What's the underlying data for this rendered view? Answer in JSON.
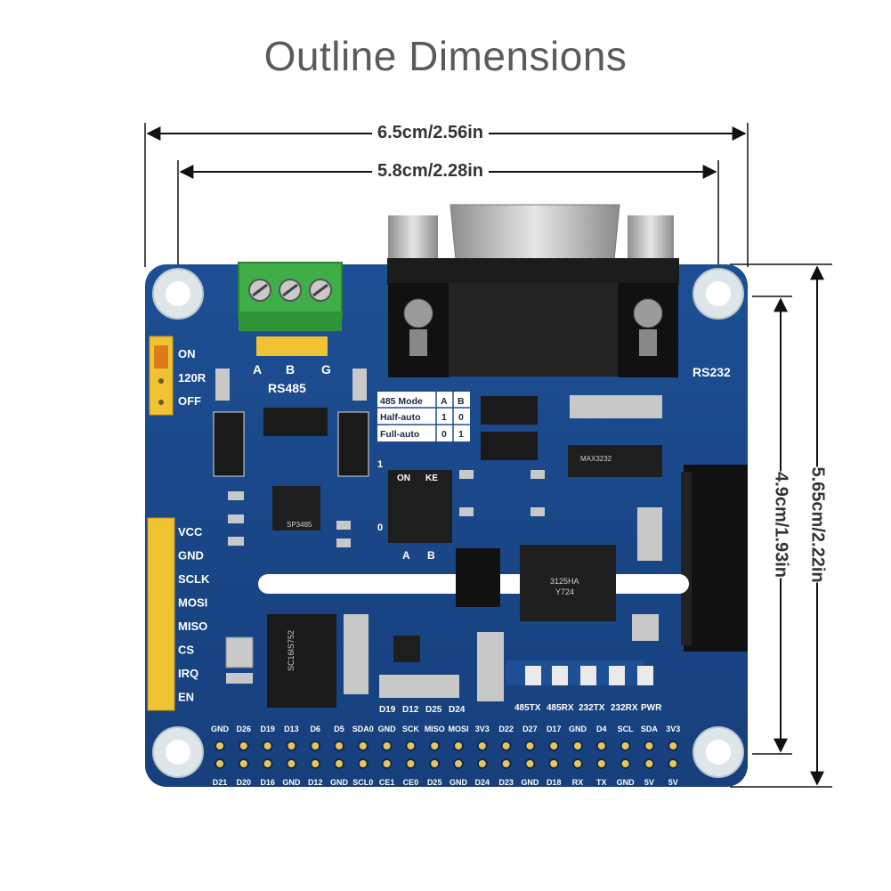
{
  "title": "Outline Dimensions",
  "dimensions": {
    "outer_width": "6.5cm/2.56in",
    "hole_width": "5.8cm/2.28in",
    "outer_height": "5.65cm/2.22in",
    "hole_height": "4.9cm/1.93in"
  },
  "board": {
    "rs485_label": "RS485",
    "rs485_terminals": [
      "A",
      "B",
      "G"
    ],
    "rs232_label": "RS232",
    "jumper_labels": [
      "ON",
      "120R",
      "OFF"
    ],
    "left_header_pins": [
      "VCC",
      "GND",
      "SCLK",
      "MOSI",
      "MISO",
      "CS",
      "IRQ",
      "EN"
    ],
    "mode_table": {
      "header": [
        "485 Mode",
        "A",
        "B"
      ],
      "rows": [
        [
          "Half-auto",
          "1",
          "0"
        ],
        [
          "Full-auto",
          "0",
          "1"
        ]
      ]
    },
    "dip_switch": {
      "label_on": "ON",
      "label_ke": "KE",
      "one": "1",
      "zero": "0",
      "cols": [
        "A",
        "B"
      ]
    },
    "chip_marks": {
      "mcu": "SC16IS752",
      "transceiver": "SP3485",
      "rs232_chip": "MAX3232",
      "chip_lines": [
        "3125HA",
        "Y724"
      ]
    },
    "gpio_labels": [
      "D19",
      "D12",
      "D25",
      "D24"
    ],
    "led_labels": [
      "485TX",
      "485RX",
      "232TX",
      "232RX",
      "PWR"
    ],
    "top_row_pins": [
      "GND",
      "D26",
      "D19",
      "D13",
      "D6",
      "D5",
      "SDA0",
      "GND",
      "SCK",
      "MISO",
      "MOSI",
      "3V3",
      "D22",
      "D27",
      "D17",
      "GND",
      "D4",
      "SCL",
      "SDA",
      "3V3"
    ],
    "bottom_row_pins": [
      "D21",
      "D20",
      "D16",
      "GND",
      "D12",
      "GND",
      "SCL0",
      "CE1",
      "CE0",
      "D25",
      "GND",
      "D24",
      "D23",
      "GND",
      "D18",
      "RX",
      "TX",
      "GND",
      "5V",
      "5V"
    ]
  }
}
